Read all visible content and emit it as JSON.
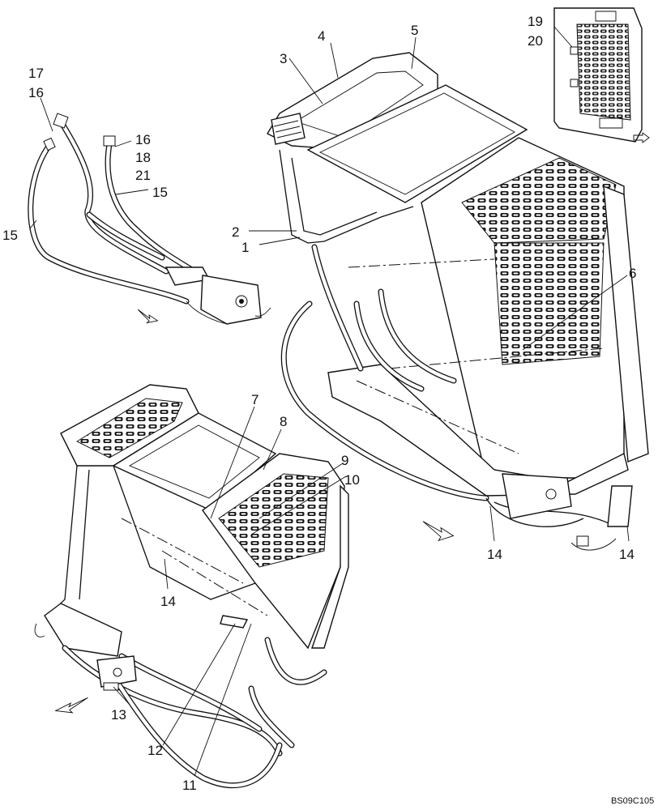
{
  "figure_code": "BS09C105",
  "callouts": {
    "c1": "1",
    "c2": "2",
    "c3": "3",
    "c4": "4",
    "c5": "5",
    "c6": "6",
    "c7": "7",
    "c8": "8",
    "c9": "9",
    "c10": "10",
    "c11": "11",
    "c12": "12",
    "c13": "13",
    "c14a": "14",
    "c14b": "14",
    "c14c": "14",
    "c15a": "15",
    "c15b": "15",
    "c16a": "16",
    "c16b": "16",
    "c17": "17",
    "c18": "18",
    "c19": "19",
    "c20": "20",
    "c21": "21"
  }
}
